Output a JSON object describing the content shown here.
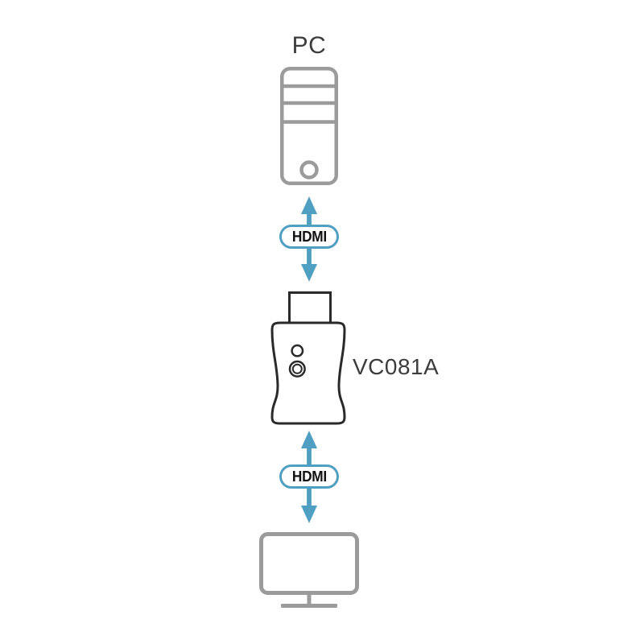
{
  "diagram": {
    "source": {
      "label": "PC",
      "icon": "pc-tower-icon"
    },
    "device": {
      "label": "VC081A",
      "icon": "hdmi-dongle-icon"
    },
    "display": {
      "icon": "monitor-icon"
    },
    "connections": [
      {
        "label": "HDMI",
        "type": "double-headed-arrow"
      },
      {
        "label": "HDMI",
        "type": "double-headed-arrow"
      }
    ]
  },
  "theme": {
    "arrow-blue": "#4F9FC2",
    "icon-gray": "#9B9B9B",
    "outline-dark": "#2A2A2A",
    "label-dark": "#3C3C3C",
    "badge-text": "#111111",
    "background": "#FFFFFF"
  }
}
